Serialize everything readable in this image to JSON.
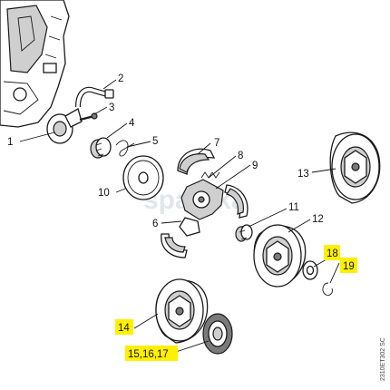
{
  "labels": {
    "l1": "1",
    "l2": "2",
    "l3": "3",
    "l4": "4",
    "l5": "5",
    "l6": "6",
    "l7": "7",
    "l8": "8",
    "l9": "9",
    "l10": "10",
    "l11": "11",
    "l12": "12",
    "l13": "13",
    "l14": "14",
    "l15": "15,16,17",
    "l18": "18",
    "l19": "19"
  },
  "highlighted_labels": [
    "14",
    "15,16,17",
    "18",
    "19"
  ],
  "highlight_color": "#ffef00",
  "watermark": "spareka",
  "drawing_code": "2310ET302 SC"
}
